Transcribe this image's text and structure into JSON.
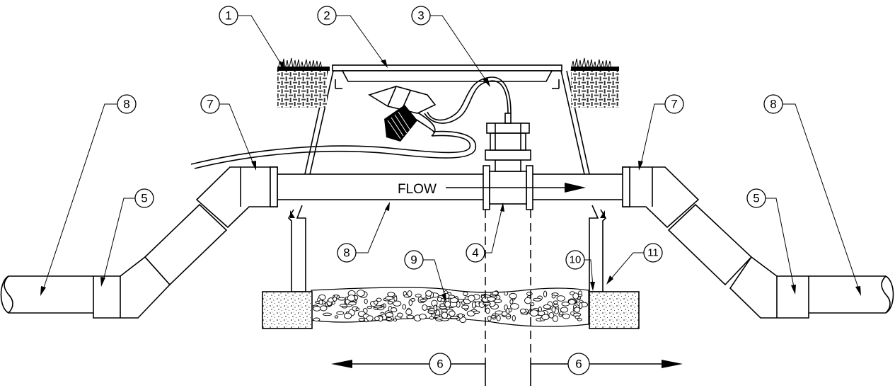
{
  "flow_label": "FLOW",
  "callouts": [
    {
      "id": "c1",
      "label": "1"
    },
    {
      "id": "c2",
      "label": "2"
    },
    {
      "id": "c3",
      "label": "3"
    },
    {
      "id": "c4",
      "label": "4"
    },
    {
      "id": "c5a",
      "label": "5"
    },
    {
      "id": "c5b",
      "label": "5"
    },
    {
      "id": "c6a",
      "label": "6"
    },
    {
      "id": "c6b",
      "label": "6"
    },
    {
      "id": "c7a",
      "label": "7"
    },
    {
      "id": "c7b",
      "label": "7"
    },
    {
      "id": "c8a",
      "label": "8"
    },
    {
      "id": "c8b",
      "label": "8"
    },
    {
      "id": "c8c",
      "label": "8"
    },
    {
      "id": "c9",
      "label": "9"
    },
    {
      "id": "c10",
      "label": "10"
    },
    {
      "id": "c11",
      "label": "11"
    }
  ]
}
